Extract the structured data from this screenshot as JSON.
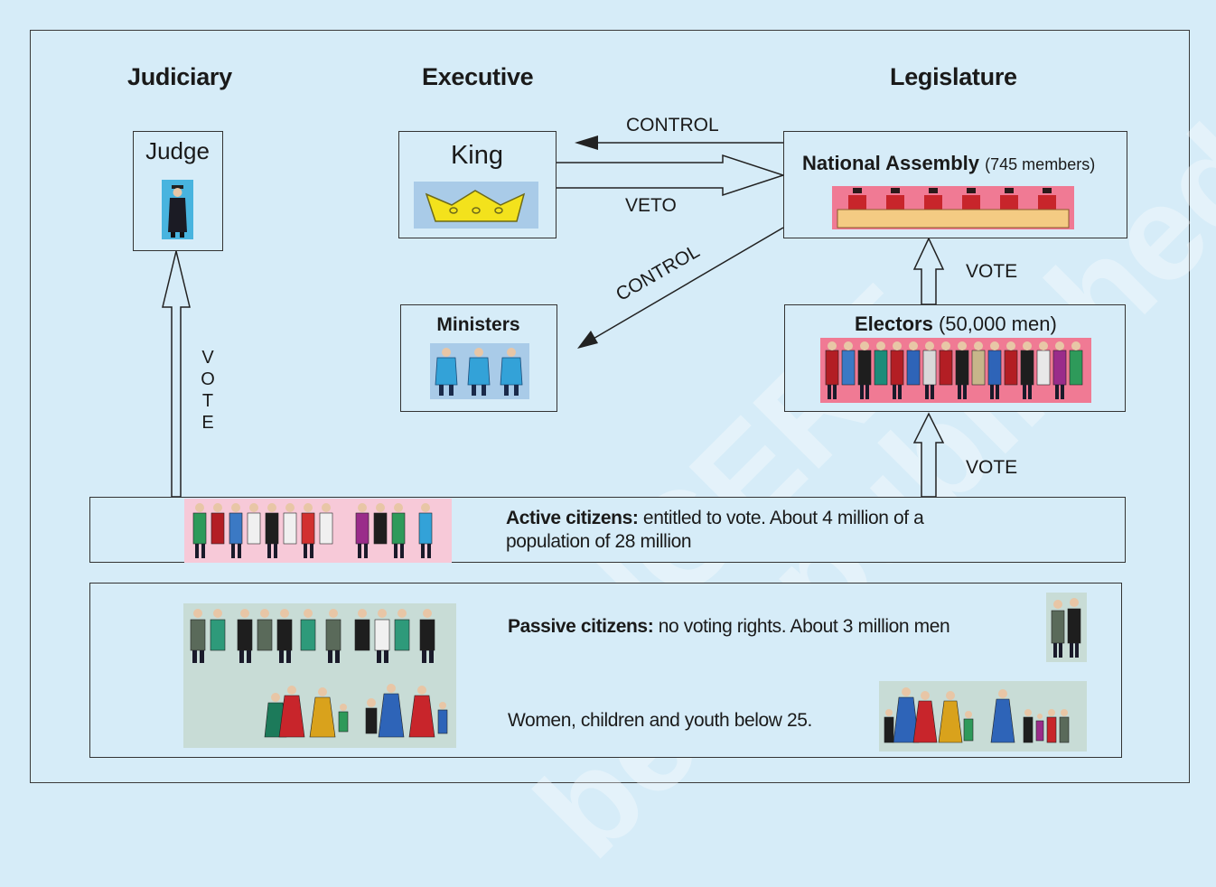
{
  "headings": {
    "judiciary": "Judiciary",
    "executive": "Executive",
    "legislature": "Legislature"
  },
  "judge": {
    "label": "Judge"
  },
  "king": {
    "label": "King"
  },
  "assembly": {
    "title": "National Assembly",
    "note": "(745 members)"
  },
  "ministers": {
    "label": "Ministers"
  },
  "electors": {
    "title": "Electors",
    "note": "(50,000 men)"
  },
  "arrows": {
    "control_top": "CONTROL",
    "veto": "VETO",
    "control_diag": "CONTROL",
    "vote_assembly": "VOTE",
    "vote_electors": "VOTE",
    "vote_judge_letters": [
      "V",
      "O",
      "T",
      "E"
    ]
  },
  "active": {
    "title": "Active citizens:",
    "line1": " entitled to vote. About 4 million of a",
    "line2": "population of 28 million"
  },
  "passive": {
    "title": "Passive citizens:",
    "text": " no voting rights. About 3 million men",
    "women": "Women, children and youth below 25."
  },
  "watermark": {
    "line1": "© NCERT",
    "line2": "be republished"
  },
  "colors": {
    "background": "#d6ecf8",
    "crown": "#f3e21c",
    "assembly_bg": "#f07a94",
    "active_bg": "#f7c9d8"
  }
}
